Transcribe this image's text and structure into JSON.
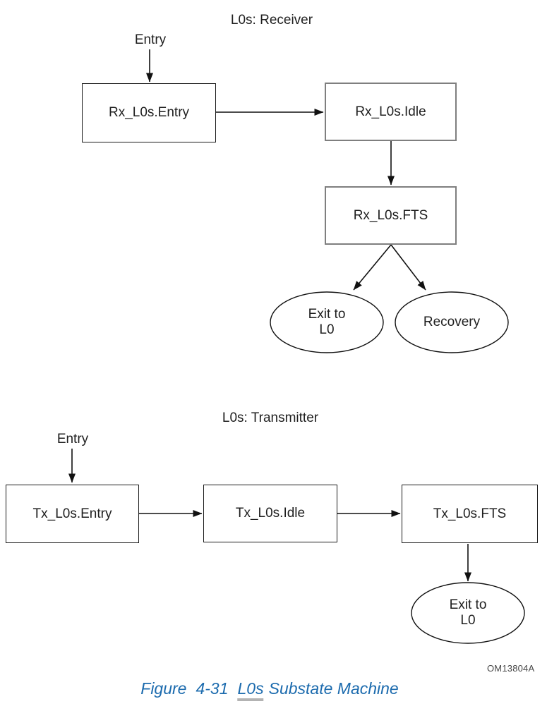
{
  "figure": {
    "receiver": {
      "title": "L0s: Receiver",
      "entry_label": "Entry",
      "states": {
        "entry": "Rx_L0s.Entry",
        "idle": "Rx_L0s.Idle",
        "fts": "Rx_L0s.FTS"
      },
      "exits": {
        "exit_to_l0_line1": "Exit to",
        "exit_to_l0_line2": "L0",
        "recovery": "Recovery"
      }
    },
    "transmitter": {
      "title": "L0s: Transmitter",
      "entry_label": "Entry",
      "states": {
        "entry": "Tx_L0s.Entry",
        "idle": "Tx_L0s.Idle",
        "fts": "Tx_L0s.FTS"
      },
      "exits": {
        "exit_to_l0_line1": "Exit to",
        "exit_to_l0_line2": "L0"
      }
    },
    "watermark": "OM13804A",
    "caption": {
      "figure_word": "Figure",
      "number": "4-31",
      "link_text": "L0s",
      "rest": "Substate Machine"
    },
    "colors": {
      "caption_blue": "#1c6bae",
      "box_border_black": "#1a1a1a",
      "box_border_gray": "#7f7f7f",
      "watermark_gray": "#474747",
      "underline_gray": "#b3b3b3"
    }
  }
}
